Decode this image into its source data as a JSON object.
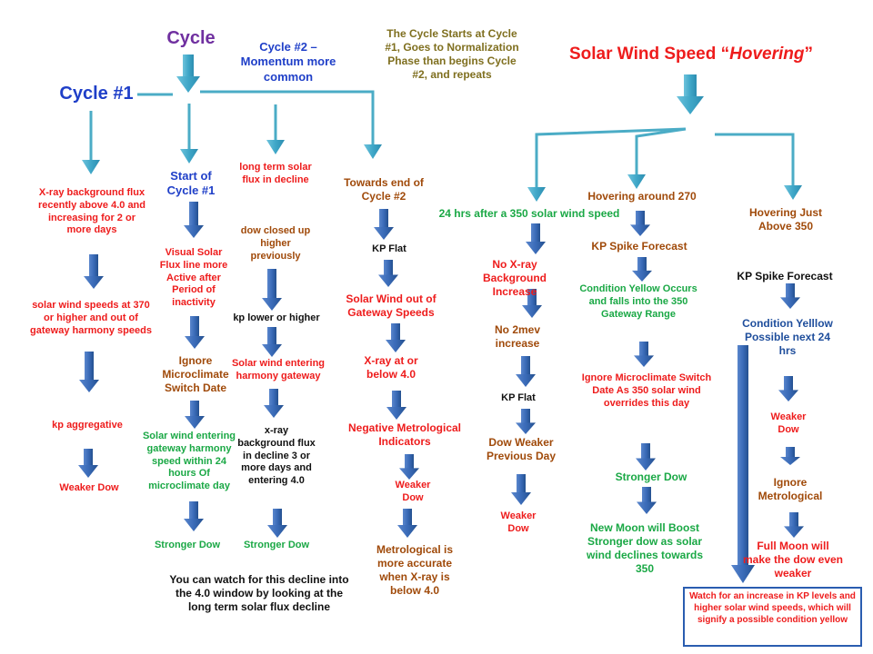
{
  "header": {
    "cycle_title": "Cycle",
    "cycle1_title": "Cycle #1",
    "cycle2_title": "Cycle #2 – Momentum more common",
    "cycle_description": "The Cycle Starts at Cycle #1, Goes to Normalization Phase than begins Cycle #2, and repeats",
    "solar_title_prefix": "Solar Wind Speed “",
    "solar_title_emphasis": "Hovering",
    "solar_title_suffix": "”"
  },
  "column_xray": {
    "items": [
      "X-ray background  flux recently above 4.0 and increasing  for 2 or more days",
      "solar wind speeds at 370 or higher and out of gateway harmony speeds",
      "kp aggregative",
      "Weaker Dow"
    ]
  },
  "column_start_cycle1": {
    "items": [
      "Start of Cycle #1",
      "Visual Solar Flux line more Active after Period of inactivity",
      "Ignore Microclimate Switch Date",
      "Solar wind entering gateway harmony speed within 24 hours Of microclimate day",
      "Stronger Dow"
    ]
  },
  "column_long_term": {
    "items": [
      "long term solar flux in decline",
      "dow closed up higher previously",
      "kp lower or higher",
      "Solar wind entering harmony gateway",
      "x-ray background flux in decline 3 or more days and entering 4.0",
      "Stronger Dow"
    ]
  },
  "column_towards_end": {
    "items": [
      "Towards end of Cycle #2",
      "KP Flat",
      "Solar Wind out of Gateway Speeds",
      "X-ray at or below 4.0",
      "Negative Metrological Indicators",
      "Weaker Dow",
      "Metrological is more accurate when X-ray is below 4.0"
    ]
  },
  "decline_note": "You can watch for this decline into the 4.0  window by looking at the long term solar flux decline",
  "column_24hrs": {
    "items": [
      "24 hrs after a 350 solar wind speed",
      "No X-ray Background Increase",
      "No 2mev increase",
      "KP Flat",
      "Dow Weaker Previous Day",
      "Weaker Dow"
    ]
  },
  "column_hover_270": {
    "items": [
      "Hovering around 270",
      "KP Spike Forecast",
      "Condition Yellow  Occurs and falls into the 350 Gateway Range",
      "Ignore Microclimate Switch Date As 350 solar wind overrides this day",
      "Stronger Dow",
      "New Moon will Boost Stronger dow as solar wind declines towards 350"
    ]
  },
  "column_hover_350": {
    "items": [
      "Hovering Just Above  350",
      "KP Spike Forecast",
      "Condition Yelllow Possible next 24 hrs",
      "Weaker Dow",
      "Ignore Metrological",
      "Full Moon will make the dow even weaker"
    ]
  },
  "watch_box": "Watch for an increase in KP levels and higher solar wind speeds, which will signify a possible condition yellow",
  "colors": {
    "connector": "#4bacc6",
    "down_arrow": "#3a6bb8",
    "box_border": "#2a5db0"
  }
}
